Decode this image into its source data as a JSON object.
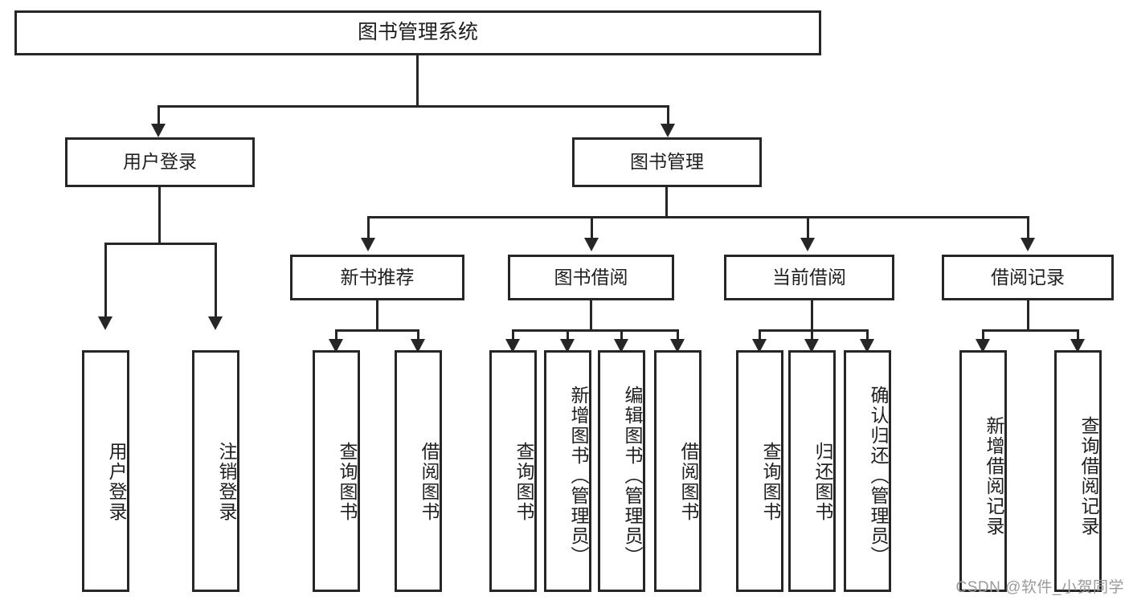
{
  "diagram": {
    "type": "tree-hierarchy",
    "orientation": "top-down",
    "title": "图书管理系统",
    "watermark": "CSDN @软件_小贺同学",
    "colors": {
      "stroke": "#262626",
      "fill": "#ffffff",
      "text": "#1f1f1f",
      "watermark": "#9a9a9a"
    },
    "root": {
      "label": "图书管理系统"
    },
    "level2": [
      {
        "label": "用户登录"
      },
      {
        "label": "图书管理"
      }
    ],
    "level3": [
      {
        "label": "新书推荐"
      },
      {
        "label": "图书借阅"
      },
      {
        "label": "当前借阅"
      },
      {
        "label": "借阅记录"
      }
    ],
    "leaves": {
      "user_login": [
        {
          "label": "用户登录"
        },
        {
          "label": "注销登录"
        }
      ],
      "new_book_recommend": [
        {
          "label": "查询图书"
        },
        {
          "label": "借阅图书"
        }
      ],
      "book_borrow": [
        {
          "label": "查询图书"
        },
        {
          "label": "新增图书（管理员）"
        },
        {
          "label": "编辑图书（管理员）"
        },
        {
          "label": "借阅图书"
        }
      ],
      "current_borrow": [
        {
          "label": "查询图书"
        },
        {
          "label": "归还图书"
        },
        {
          "label": "确认归还（管理员）"
        }
      ],
      "borrow_record": [
        {
          "label": "新增借阅记录"
        },
        {
          "label": "查询借阅记录"
        }
      ]
    }
  }
}
